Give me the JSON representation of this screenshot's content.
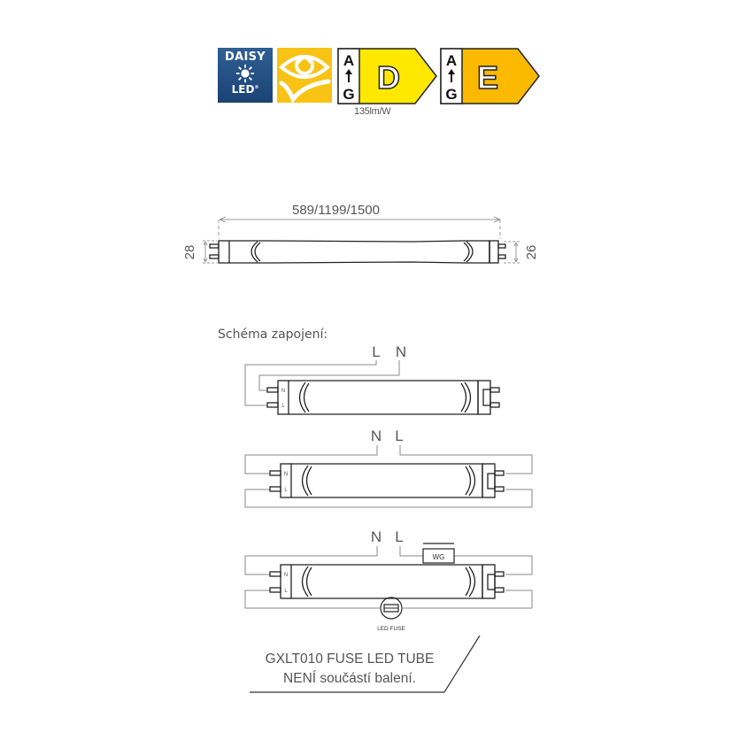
{
  "badges": {
    "daisy_led": {
      "line1": "DAISY",
      "line2": "LED",
      "registered": "®",
      "icon": "sun-icon",
      "color": "#24517f"
    },
    "eye_comfort": {
      "icon": "eye-check-icon",
      "color": "#f9c315"
    },
    "energy_class_1": {
      "scale_top": "A",
      "scale_bottom": "G",
      "class": "D",
      "color": "#ffe800",
      "caption": "135lm/W"
    },
    "energy_class_2": {
      "scale_top": "A",
      "scale_bottom": "G",
      "class": "E",
      "color": "#fbb900"
    }
  },
  "dimensions": {
    "length": "589/1199/1500",
    "left_diameter": "28",
    "right_diameter": "26"
  },
  "wiring": {
    "title": "Schéma zapojení:",
    "diagram1": {
      "label_left": "L",
      "label_right": "N",
      "pin_top": "N",
      "pin_bottom": "L"
    },
    "diagram2": {
      "label_left": "N",
      "label_right": "L",
      "pin_top": "N",
      "pin_bottom": "L"
    },
    "diagram3": {
      "label_left": "N",
      "label_right": "L",
      "pin_top": "N",
      "pin_bottom": "L",
      "ballast": "WG",
      "fuse_label": "LED FUSE"
    }
  },
  "note": {
    "line1": "GXLT010 FUSE LED TUBE",
    "line2": "NENÍ součástí balení."
  }
}
